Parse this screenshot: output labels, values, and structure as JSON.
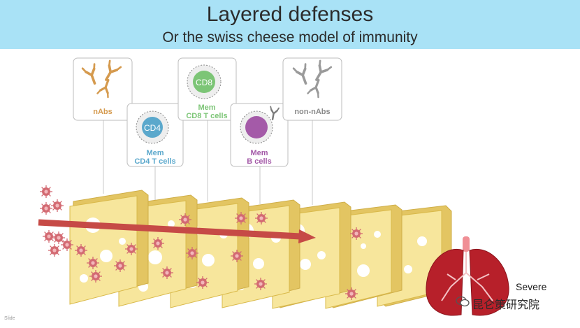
{
  "header": {
    "title": "Layered defenses",
    "subtitle": "Or the swiss cheese model of immunity"
  },
  "cards": [
    {
      "id": "nabs",
      "label_line1": "nAbs",
      "label_line2": "",
      "color": "#d59a4e"
    },
    {
      "id": "cd4",
      "cell_text": "CD4",
      "label_line1": "Mem",
      "label_line2": "CD4 T cells",
      "color": "#5ba8cc"
    },
    {
      "id": "cd8",
      "cell_text": "CD8",
      "label_line1": "Mem",
      "label_line2": "CD8 T cells",
      "color": "#7cc576"
    },
    {
      "id": "memb",
      "label_line1": "Mem",
      "label_line2": "B cells",
      "color": "#a45aa8"
    },
    {
      "id": "nonnabs",
      "label_line1": "non-nAbs",
      "label_line2": "",
      "color": "#9a9a9a"
    }
  ],
  "outcome_label": "Severe",
  "footer": {
    "left": "Slide"
  },
  "watermark": "昆仑策研究院",
  "colors": {
    "header_bg": "#a9e2f6",
    "cheese": "#f7e69c",
    "cheese_edge": "#d9b94a",
    "arrow": "#c64a46",
    "virus": "#d36a72",
    "lung": "#b7202a"
  }
}
